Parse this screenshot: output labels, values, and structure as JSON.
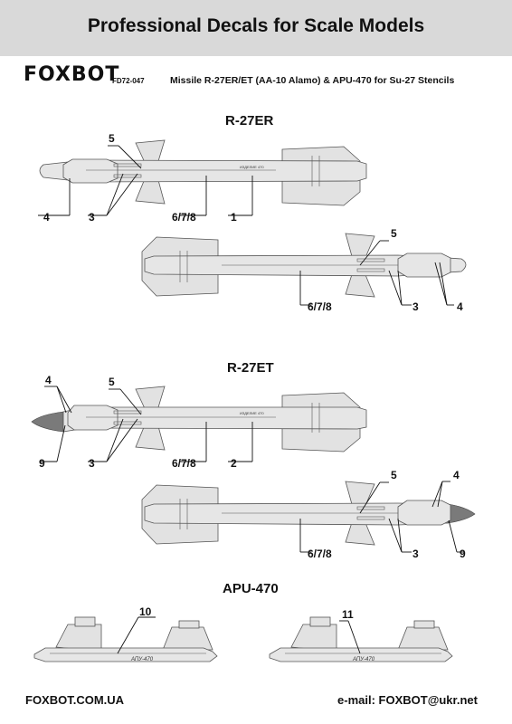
{
  "header": {
    "title": "Professional Decals for Scale Models"
  },
  "brand": {
    "name": "FOXBOT",
    "code": "FD72-047",
    "subtitle": "Missile R-27ER/ET (AA-10 Alamo) & APU-470 for Su-27 Stencils"
  },
  "sections": {
    "r27er": {
      "title": "R-27ER"
    },
    "r27et": {
      "title": "R-27ET"
    },
    "apu470": {
      "title": "APU-470"
    }
  },
  "callouts": {
    "er_top": [
      "5",
      "4",
      "3",
      "6/7/8",
      "1"
    ],
    "er_bottom": [
      "5",
      "6/7/8",
      "3",
      "4"
    ],
    "et_top": [
      "4",
      "5",
      "9",
      "3",
      "6/7/8",
      "2"
    ],
    "et_bottom": [
      "5",
      "4",
      "6/7/8",
      "3",
      "9"
    ],
    "apu": [
      "10",
      "11"
    ]
  },
  "stencil_marks": {
    "apu_text": "АПУ-470"
  },
  "footer": {
    "website": "FOXBOT.COM.UA",
    "email": "e-mail: FOXBOT@ukr.net"
  },
  "colors": {
    "banner": "#d9d9d9",
    "missile_fill": "#e6e6e6",
    "missile_stroke": "#555555",
    "seeker_dark": "#777777"
  }
}
